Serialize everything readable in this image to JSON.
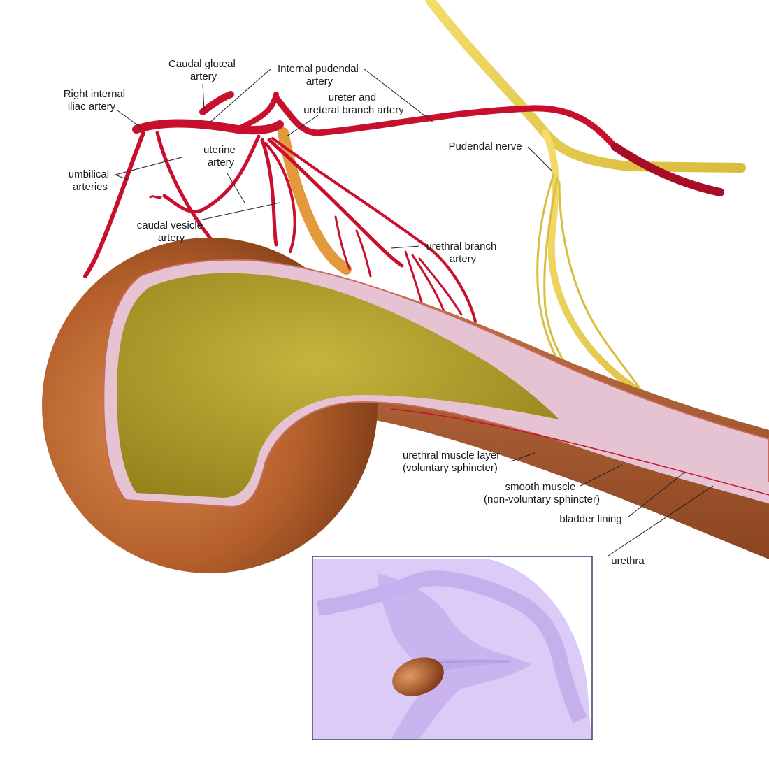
{
  "labels": {
    "caudal_gluteal": [
      "Caudal gluteal",
      "artery"
    ],
    "internal_pudendal": [
      "Internal pudendal",
      "artery"
    ],
    "right_internal_iliac": [
      "Right internal",
      "iliac artery"
    ],
    "ureter_branch": [
      "ureter and",
      "ureteral branch artery"
    ],
    "pudendal_nerve": [
      "Pudendal nerve"
    ],
    "uterine": [
      "uterine",
      "artery"
    ],
    "umbilical": [
      "umbilical",
      "arteries"
    ],
    "caudal_vesicle": [
      "caudal vesicle",
      "artery"
    ],
    "urethral_branch": [
      "urethral branch",
      "artery"
    ],
    "urethral_muscle": [
      "urethral muscle layer",
      "(voluntary sphincter)"
    ],
    "smooth_muscle": [
      "smooth muscle",
      "(non-voluntary sphincter)"
    ],
    "bladder_lining": [
      "bladder lining"
    ],
    "urethra": [
      "urethra"
    ]
  },
  "colors": {
    "artery": "#c8102e",
    "artery_dark": "#8e0a1f",
    "nerve": "#e8cf55",
    "ureter": "#e39a3c",
    "bladder_outer": "#b9622c",
    "bladder_lining": "#e6c3d3",
    "bladder_inner": "#b8a526",
    "inset_bg": "#d9c8f5",
    "inset_border": "#3b3a6b"
  }
}
